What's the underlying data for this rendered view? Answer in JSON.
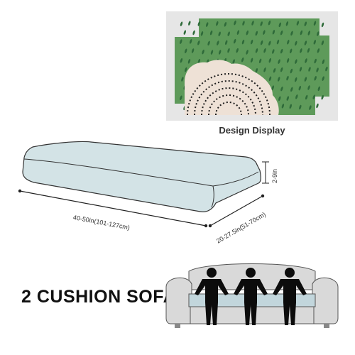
{
  "design": {
    "caption": "Design Display",
    "colors": {
      "background": "#5e9a5a",
      "dots": "#2f6b3a",
      "blob": "#eee1d6",
      "frame": "#e6e6e6",
      "stripes": "#1e1e1e"
    }
  },
  "cushion": {
    "length_label": "40-50in(101-127cm)",
    "width_label": "20-27.5in(51-70cm)",
    "height_label": "2-9in",
    "colors": {
      "fill": "#d3e3e6",
      "outline": "#333333"
    }
  },
  "sofa": {
    "title": "2 CUSHION SOFA",
    "seat_count": 3,
    "colors": {
      "body": "#d9d9d9",
      "seat": "#c2d6dc",
      "people": "#0c0c0c"
    }
  }
}
